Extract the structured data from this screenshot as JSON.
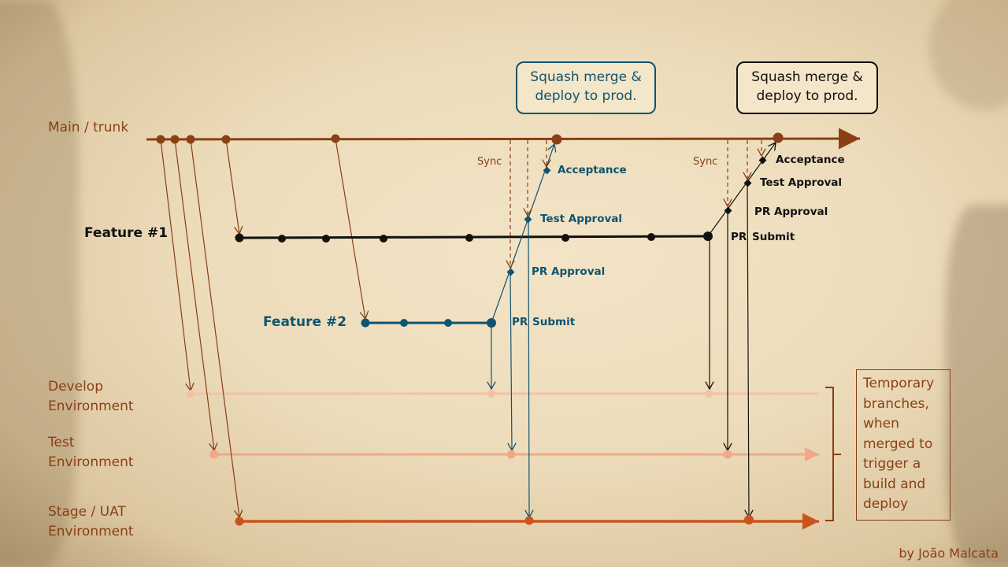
{
  "lanes": {
    "main": "Main / trunk",
    "feature1": "Feature #1",
    "feature2": "Feature #2",
    "develop": [
      "Develop",
      "Environment"
    ],
    "test": [
      "Test",
      "Environment"
    ],
    "stage": [
      "Stage / UAT",
      "Environment"
    ]
  },
  "feature2_steps": {
    "acceptance": "Acceptance",
    "test_approval": "Test Approval",
    "pr_approval": "PR Approval",
    "pr": "PR",
    "submit": "Submit",
    "sync": "Sync",
    "callout": [
      "Squash merge &",
      "deploy to prod."
    ]
  },
  "feature1_steps": {
    "acceptance": "Acceptance",
    "test_approval": "Test Approval",
    "pr_approval": "PR Approval",
    "pr": "PR",
    "submit": "Submit",
    "sync": "Sync",
    "callout": [
      "Squash merge &",
      "deploy to prod."
    ]
  },
  "note": [
    "Temporary",
    "branches,",
    "when",
    "merged to",
    "trigger a",
    "build and",
    "deploy"
  ],
  "credit": "by João Malcata",
  "colors": {
    "main": "#8a3f14",
    "feature1": "#111111",
    "feature2": "#0f5470",
    "develop": "#f2c2a8",
    "test": "#f0a888",
    "stage": "#c9541e"
  }
}
